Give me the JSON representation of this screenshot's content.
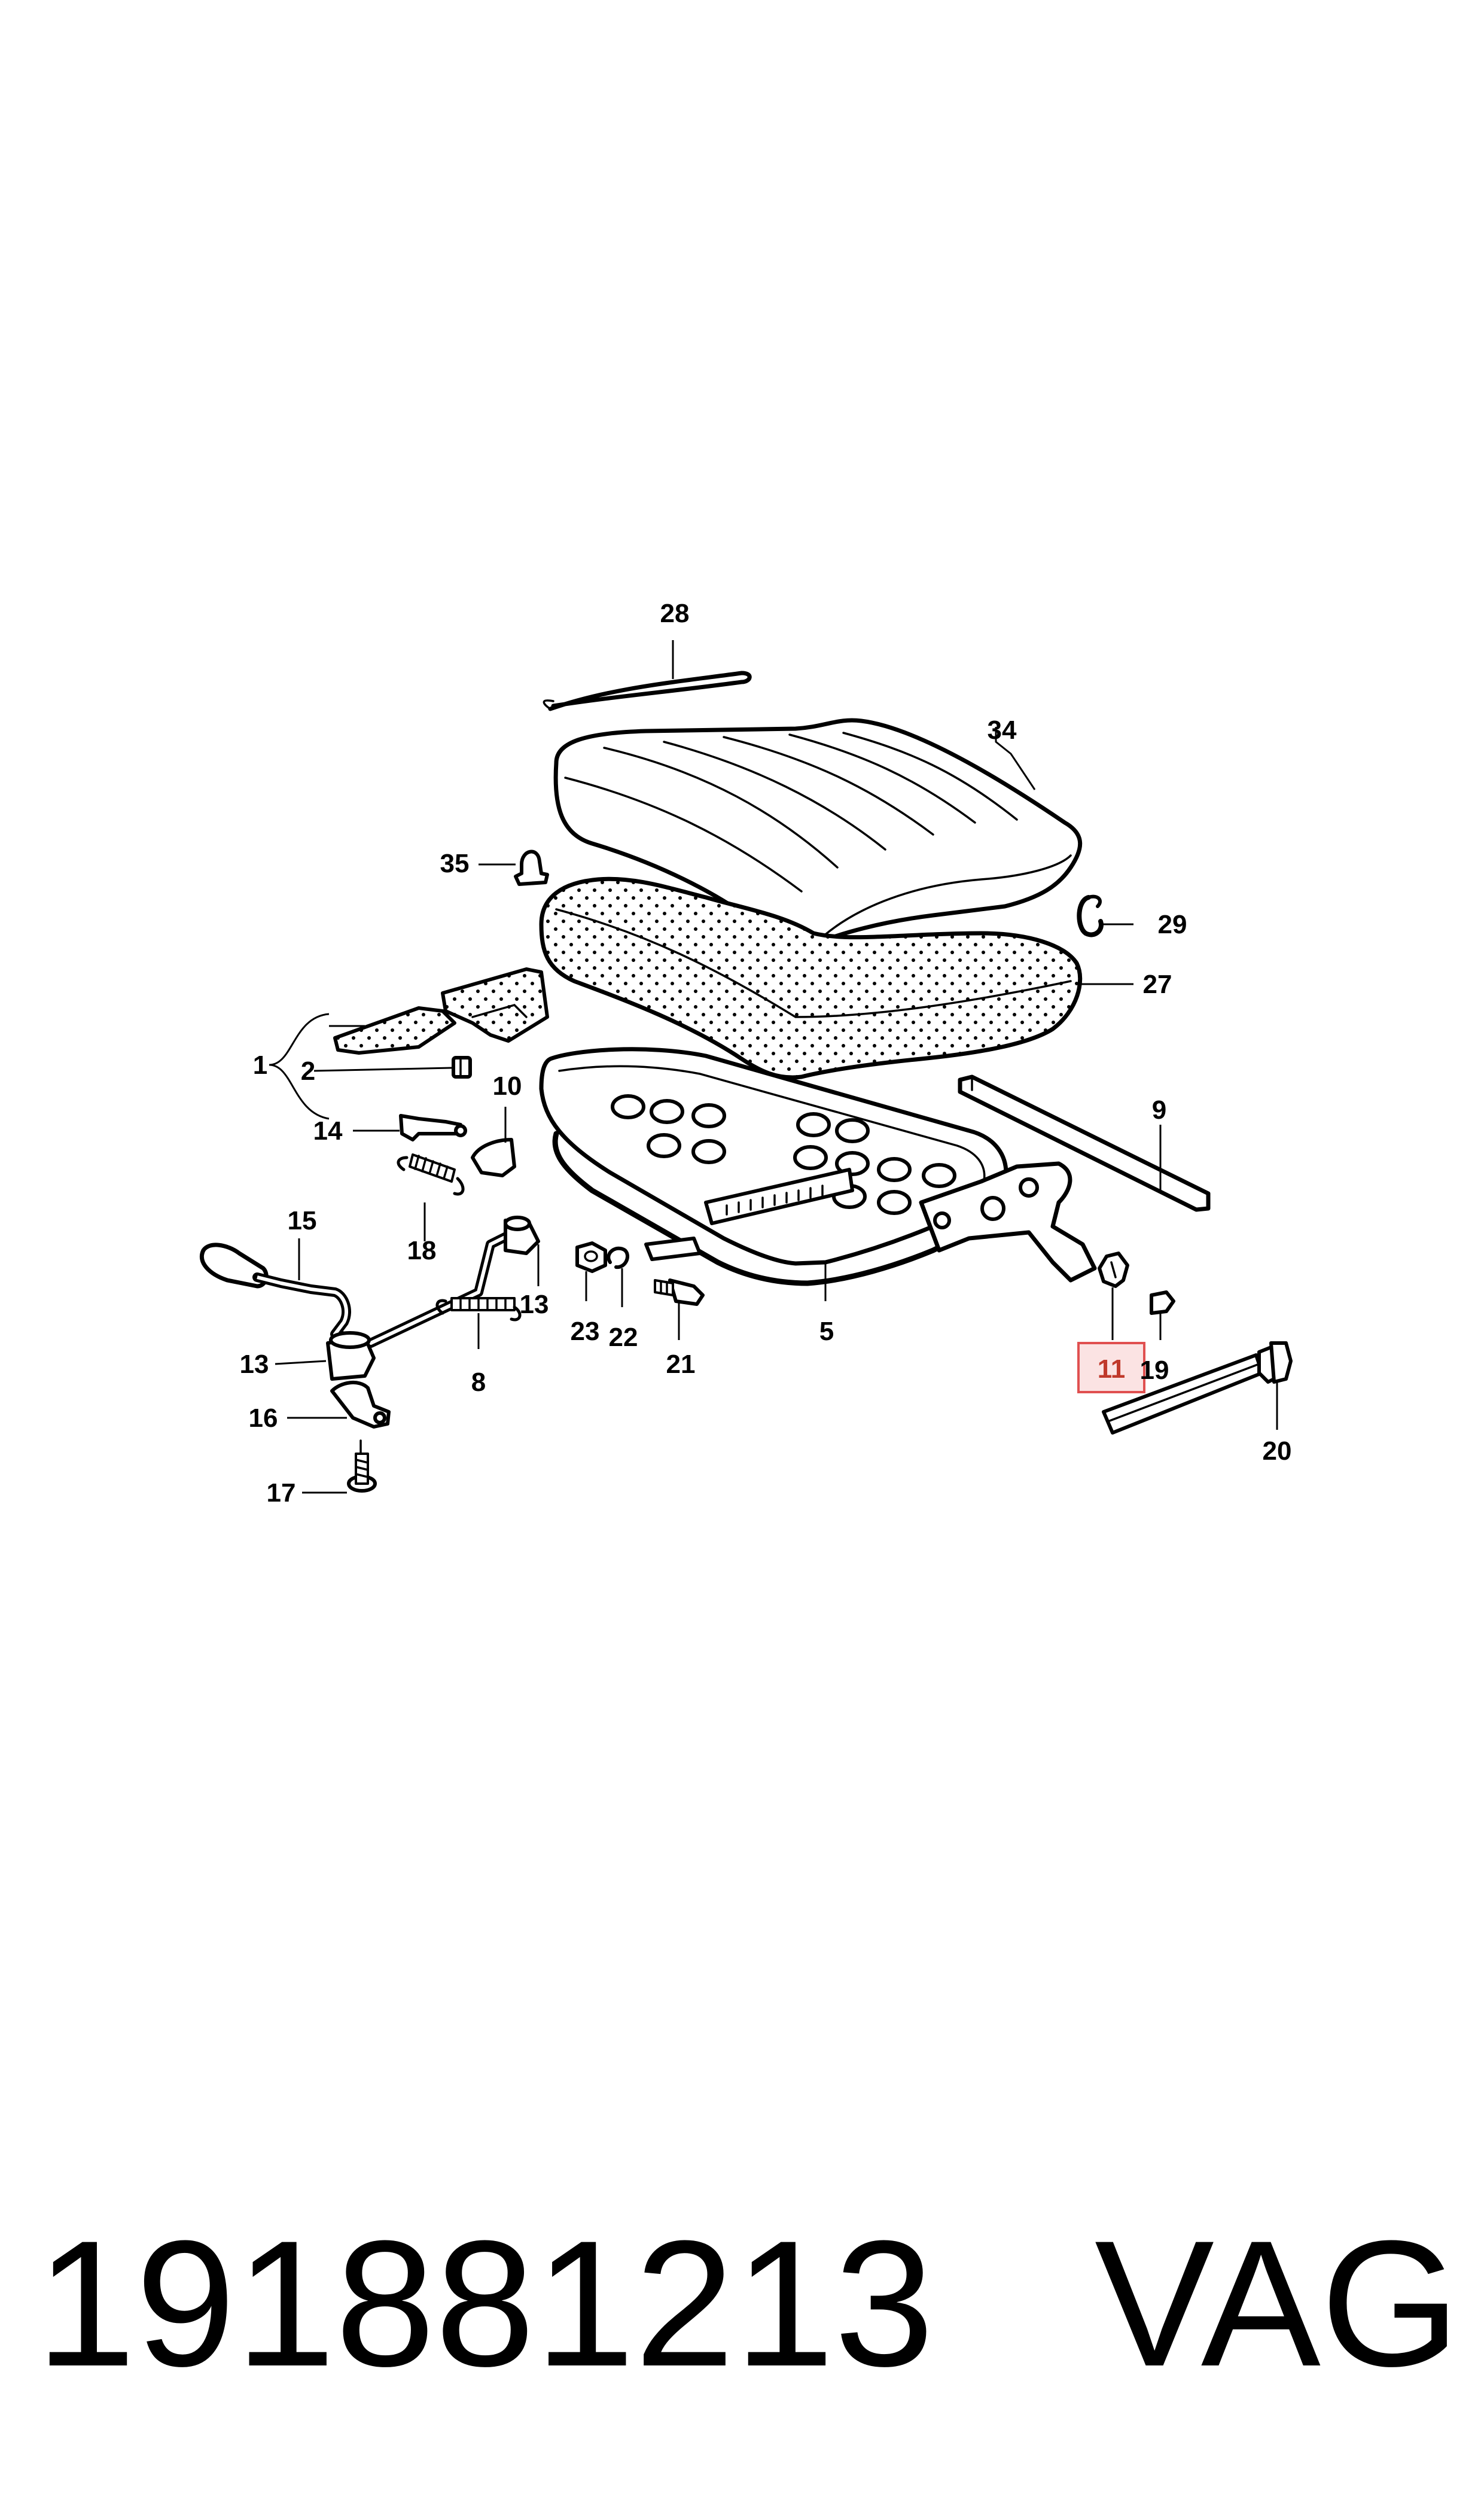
{
  "labels": {
    "p1": "1",
    "p2": "2",
    "p5": "5",
    "p8": "8",
    "p9": "9",
    "p10": "10",
    "p11": "11",
    "p13a": "13",
    "p13b": "13",
    "p14": "14",
    "p15": "15",
    "p16": "16",
    "p17": "17",
    "p18": "18",
    "p19": "19",
    "p20": "20",
    "p21": "21",
    "p22": "22",
    "p23": "23",
    "p27": "27",
    "p28": "28",
    "p29": "29",
    "p34": "34",
    "p35": "35"
  },
  "highlighted_part": "11",
  "highlight_color": "#e05050",
  "footer": {
    "part_number": "191881213",
    "brand": "VAG"
  }
}
